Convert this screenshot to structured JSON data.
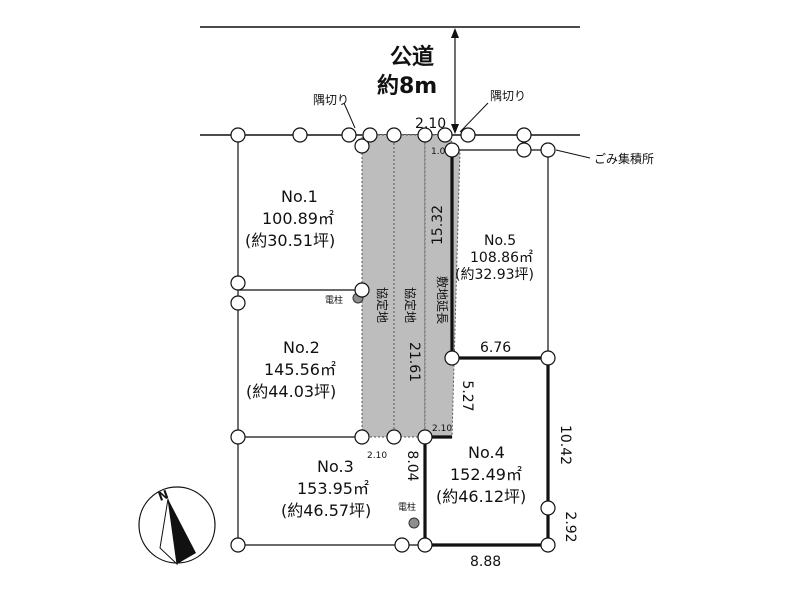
{
  "road": {
    "name": "公道",
    "width": "約8m"
  },
  "labels": {
    "corner_cut_left": "隅切り",
    "corner_cut_right": "隅切り",
    "garbage": "ごみ集積所",
    "pole1": "電柱",
    "pole2": "電柱",
    "kyotei1": "協定地",
    "kyotei2": "協定地",
    "sikichi": "敷地延長"
  },
  "lots": [
    {
      "no": "No.1",
      "area": "100.89㎡",
      "tsubo": "(約30.51坪)"
    },
    {
      "no": "No.2",
      "area": "145.56㎡",
      "tsubo": "(約44.03坪)"
    },
    {
      "no": "No.3",
      "area": "153.95㎡",
      "tsubo": "(約46.57坪)"
    },
    {
      "no": "No.4",
      "area": "152.49㎡",
      "tsubo": "(約46.12坪)"
    },
    {
      "no": "No.5",
      "area": "108.86㎡",
      "tsubo": "(約32.93坪)"
    }
  ],
  "dimensions": {
    "top_frontage": "2.10",
    "corner_small": "1.00",
    "vertical_strip": "15.32",
    "center_strip": "21.61",
    "lot5_bottom": "6.76",
    "lot4_left_upper": "5.27",
    "strip_bottom_right": "2.10",
    "strip_bottom_left": "2.10",
    "lot4_left_lower": "8.04",
    "lot4_right": "10.42",
    "lot4_right_lower": "2.92",
    "lot4_bottom": "8.88"
  },
  "compass": {
    "north": "N"
  }
}
